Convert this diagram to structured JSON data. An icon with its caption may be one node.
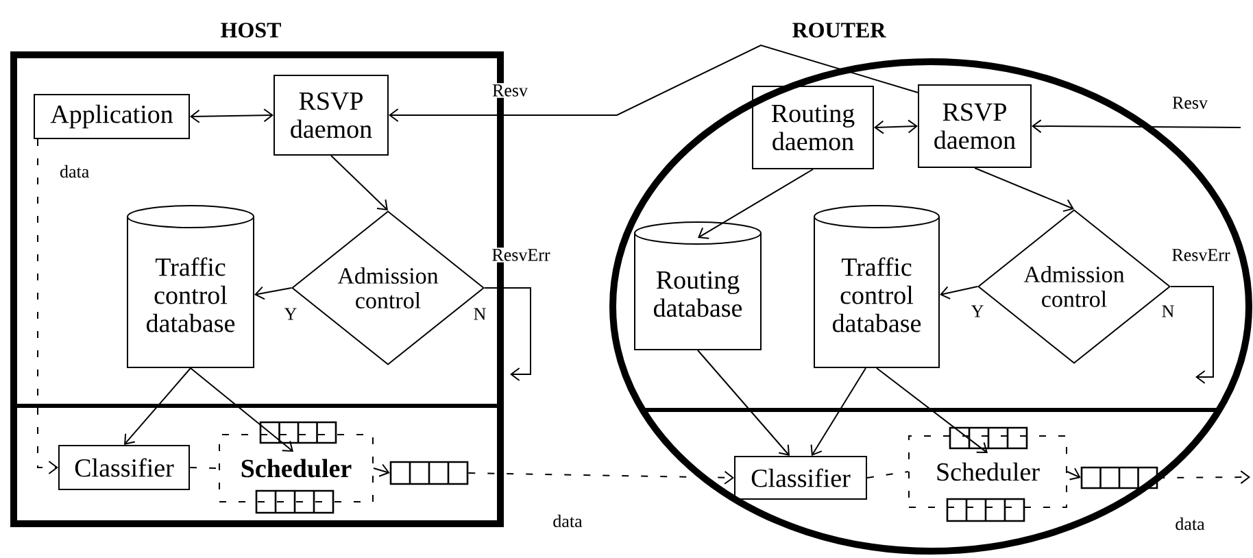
{
  "diagram": {
    "nodes": [
      {
        "text": [
          "HOST"
        ]
      },
      {
        "text": [
          "Application"
        ],
        "in": 0
      },
      {
        "text": [
          "RSVP daemon"
        ],
        "in": 0
      },
      {
        "text": [
          "Traffic control database"
        ],
        "in": 0
      },
      {
        "text": [
          "Admission control"
        ],
        "in": 0
      },
      {
        "text": [
          "Classifier"
        ],
        "in": 0
      },
      {
        "text": [
          "Scheduler"
        ],
        "in": 0
      },
      {
        "text": [
          "ROUTER"
        ]
      },
      {
        "text": [
          "Routing daemon"
        ],
        "in": 7
      },
      {
        "text": [
          "RSVP daemon"
        ],
        "in": 7
      },
      {
        "text": [
          "Routing database"
        ],
        "in": 7
      },
      {
        "text": [
          "Traffic control database"
        ],
        "in": 7
      },
      {
        "text": [
          "Admission control"
        ],
        "in": 7
      },
      {
        "text": [
          "Classifier"
        ],
        "in": 7
      },
      {
        "text": [
          "Scheduler"
        ],
        "in": 7
      },
      {
        "text": [],
        "shape": "box",
        "in": 0
      },
      {
        "text": [],
        "shape": "box",
        "in": 7
      }
    ],
    "edges": [
      {
        "from": 1,
        "to": 2,
        "arrow": "both"
      },
      {
        "from": 9,
        "to": 2,
        "arrow": "to",
        "label": "Resv"
      },
      {
        "from": null,
        "to": 9,
        "arrow": "to",
        "label": "Resv"
      },
      {
        "from": 2,
        "to": 4,
        "arrow": "to"
      },
      {
        "from": 4,
        "to": 3,
        "arrow": "to",
        "label": "Y"
      },
      {
        "from": 4,
        "to": null,
        "arrow": "to",
        "label": "N"
      },
      {
        "from": 3,
        "to": 5,
        "arrow": "to"
      },
      {
        "from": 3,
        "to": 6,
        "arrow": "to"
      },
      {
        "from": 1,
        "to": 5,
        "arrow": "to",
        "style": "dashed",
        "label": "data"
      },
      {
        "from": 5,
        "to": 6,
        "arrow": "none",
        "style": "dashed"
      },
      {
        "from": 6,
        "to": 15,
        "arrow": "to"
      },
      {
        "from": 15,
        "to": 13,
        "arrow": "to",
        "style": "dashed",
        "label": "data"
      },
      {
        "from": 8,
        "to": 9,
        "arrow": "both"
      },
      {
        "from": 8,
        "to": 10,
        "arrow": "to"
      },
      {
        "from": 9,
        "to": 12,
        "arrow": "to"
      },
      {
        "from": 12,
        "to": 11,
        "arrow": "to",
        "label": "Y"
      },
      {
        "from": 12,
        "to": null,
        "arrow": "to",
        "label": "N"
      },
      {
        "from": 10,
        "to": 13,
        "arrow": "to"
      },
      {
        "from": 11,
        "to": 13,
        "arrow": "to"
      },
      {
        "from": 11,
        "to": 14,
        "arrow": "to"
      },
      {
        "from": 13,
        "to": 14,
        "arrow": "none",
        "style": "dashed"
      },
      {
        "from": 14,
        "to": 16,
        "arrow": "to"
      },
      {
        "from": 16,
        "to": null,
        "arrow": "to",
        "style": "dashed",
        "label": "data"
      }
    ],
    "labels": [
      "ResvErr",
      "ResvErr"
    ]
  }
}
